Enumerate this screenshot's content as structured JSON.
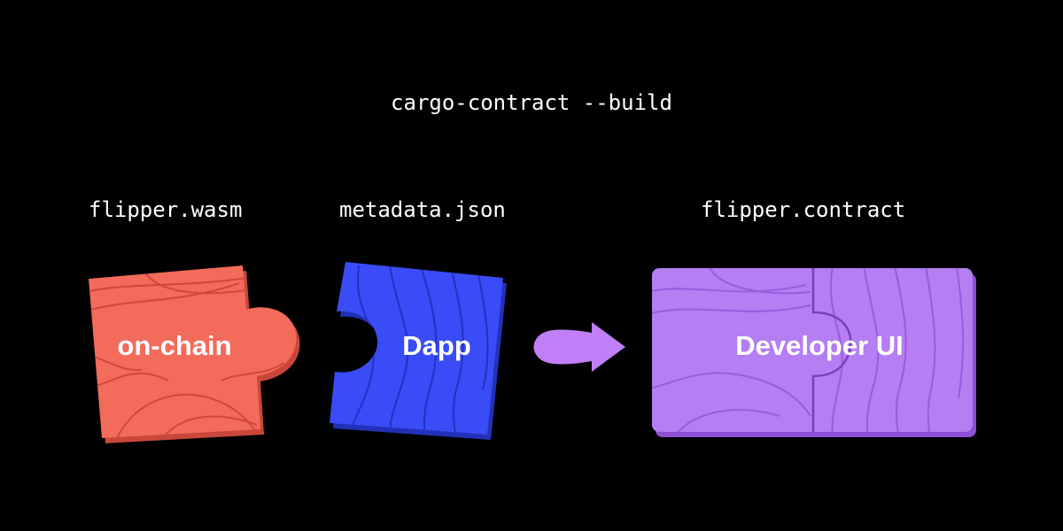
{
  "command": "cargo-contract --build",
  "files": {
    "wasm": "flipper.wasm",
    "metadata": "metadata.json",
    "contract": "flipper.contract"
  },
  "pieces": {
    "onchain": {
      "label": "on-chain",
      "color": "#f26b5b"
    },
    "dapp": {
      "label": "Dapp",
      "color": "#3a4cf5"
    },
    "developer_ui": {
      "label": "Developer UI",
      "color": "#b57ef2"
    }
  },
  "arrow": {
    "icon": "arrow-right-icon",
    "color": "#c07ff7"
  },
  "colors": {
    "background": "#000000",
    "text": "#ffffff"
  }
}
